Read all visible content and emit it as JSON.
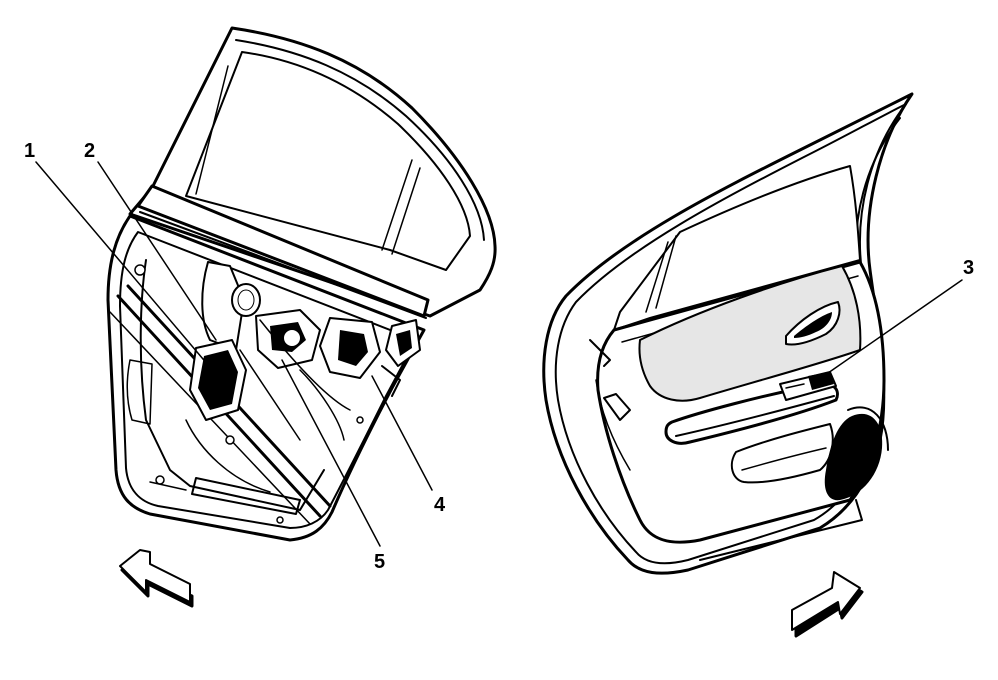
{
  "callouts": [
    {
      "id": "1",
      "label": "1"
    },
    {
      "id": "2",
      "label": "2"
    },
    {
      "id": "3",
      "label": "3"
    },
    {
      "id": "4",
      "label": "4"
    },
    {
      "id": "5",
      "label": "5"
    }
  ],
  "icons": {
    "left_arrow": "forward-direction-arrow-icon",
    "right_arrow": "forward-direction-arrow-icon"
  },
  "colors": {
    "line": "#000000",
    "background": "#ffffff"
  }
}
